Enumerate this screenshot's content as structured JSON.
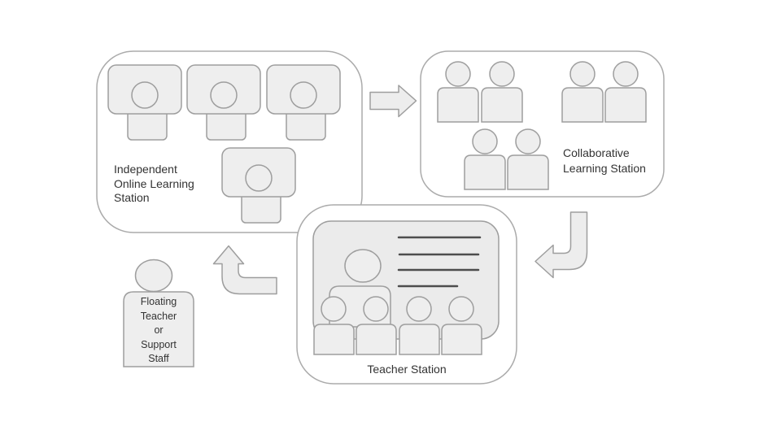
{
  "stations": {
    "independent": {
      "label": "Independent\nOnline Learning\nStation",
      "student_icon_count": 4
    },
    "collaborative": {
      "label": "Collaborative\nLearning Station",
      "student_icon_count": 6
    },
    "teacher": {
      "label": "Teacher Station",
      "student_icon_count": 4,
      "board_line_count": 4
    }
  },
  "floating_staff": {
    "label": "Floating\nTeacher\nor\nSupport\nStaff"
  },
  "flow_arrows": {
    "arrow_1": "independent-to-collaborative",
    "arrow_2": "collaborative-to-teacher",
    "arrow_3": "teacher-to-independent"
  },
  "colors": {
    "background": "#ffffff",
    "shape_fill": "#eeeeee",
    "shape_stroke": "#9e9e9e",
    "container_stroke": "#ababab",
    "board_line": "#4d4d4d",
    "text": "#333333"
  }
}
